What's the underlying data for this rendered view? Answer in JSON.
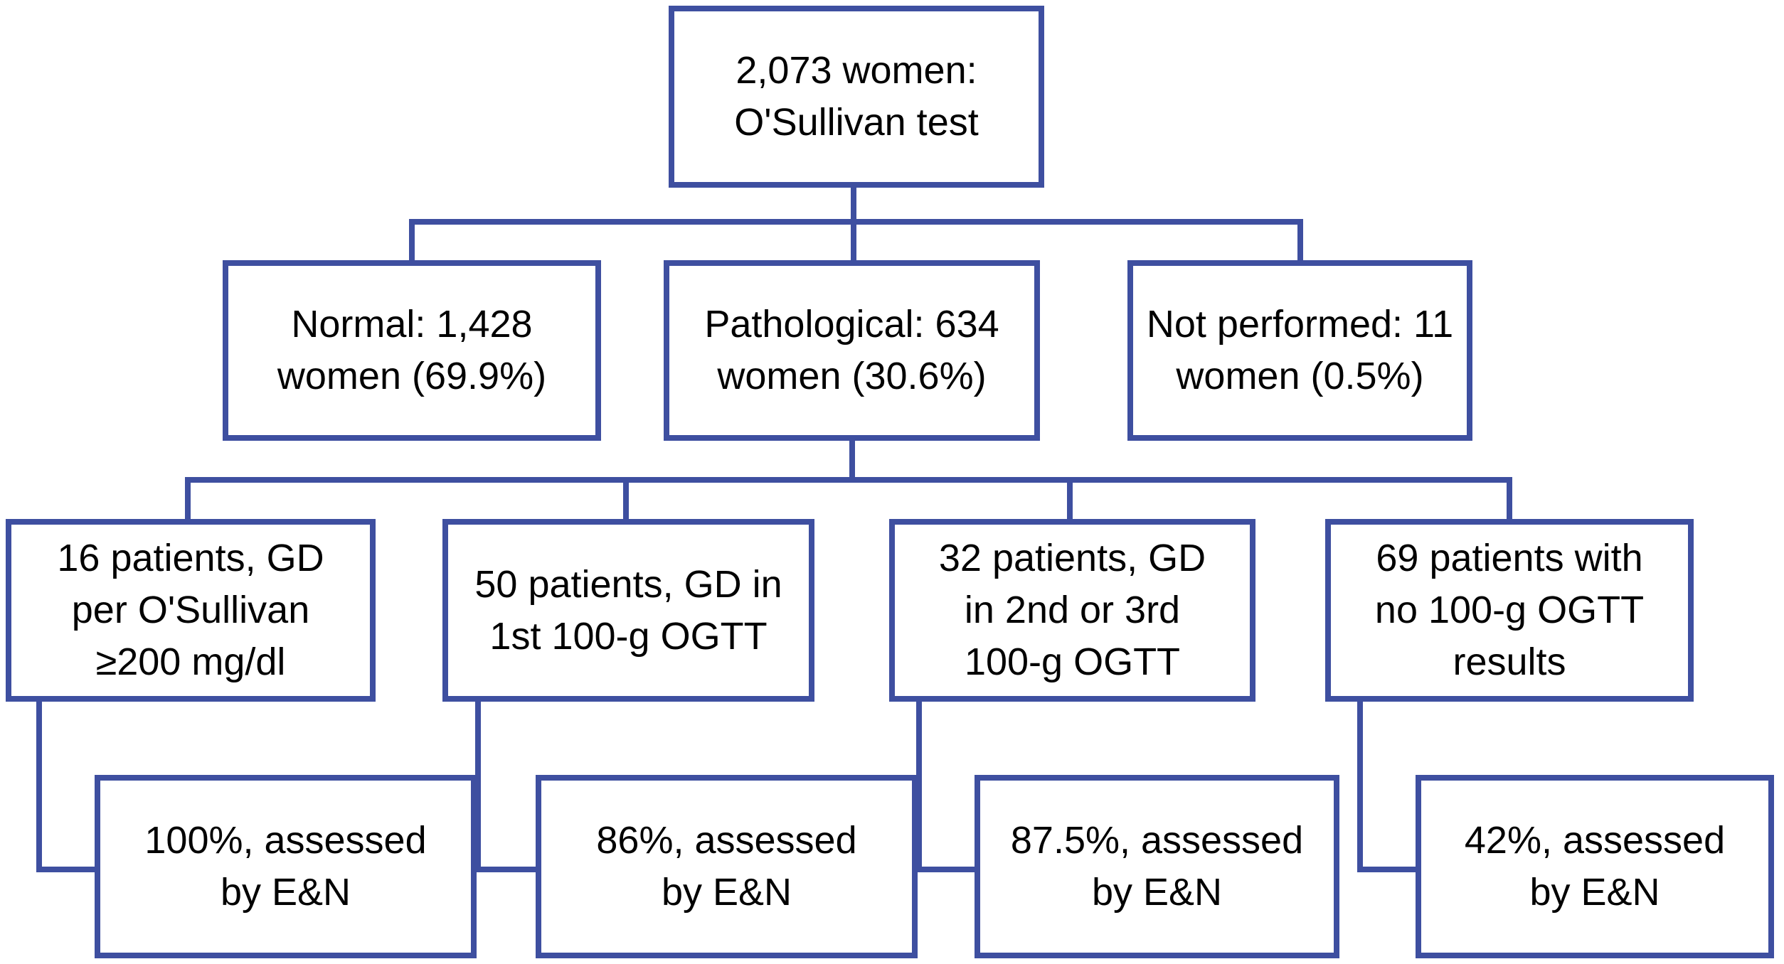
{
  "diagram": {
    "type": "flowchart",
    "description": "Screening flowchart of women given the O'Sullivan test",
    "accent_color": "#3E4FA0",
    "text_color": "#000000",
    "background_color": "#FFFFFF",
    "nodes": {
      "root": {
        "lines": [
          "2,073 women:",
          "O'Sullivan test"
        ]
      },
      "normal": {
        "lines": [
          "Normal: 1,428",
          "women (69.9%)"
        ]
      },
      "pathological": {
        "lines": [
          "Pathological: 634",
          "women (30.6%)"
        ]
      },
      "not_performed": {
        "lines": [
          "Not performed: 11",
          "women (0.5%)"
        ]
      },
      "gd_osullivan": {
        "lines": [
          "16 patients, GD",
          "per O'Sullivan",
          "≥200 mg/dl"
        ]
      },
      "gd_first_ogtt": {
        "lines": [
          "50 patients, GD in",
          "1st 100-g OGTT"
        ]
      },
      "gd_second_third_ogtt": {
        "lines": [
          "32 patients, GD",
          "in 2nd or 3rd",
          "100-g OGTT"
        ]
      },
      "no_ogtt_results": {
        "lines": [
          "69 patients with",
          "no 100-g OGTT",
          "results"
        ]
      },
      "assessed_100": {
        "lines": [
          "100%, assessed",
          "by E&N"
        ]
      },
      "assessed_86": {
        "lines": [
          "86%, assessed",
          "by E&N"
        ]
      },
      "assessed_87_5": {
        "lines": [
          "87.5%, assessed",
          "by E&N"
        ]
      },
      "assessed_42": {
        "lines": [
          "42%, assessed",
          "by E&N"
        ]
      }
    }
  }
}
